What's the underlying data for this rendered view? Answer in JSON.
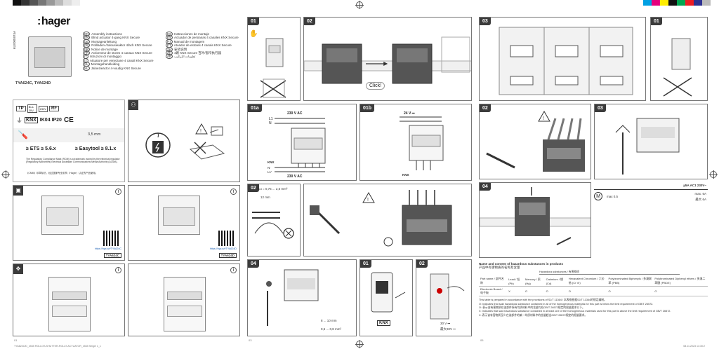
{
  "header": {
    "brand": "hager",
    "doc_code": "6LE005974A",
    "models": "TYA624C, TYA624D"
  },
  "languages": [
    {
      "code": "EN",
      "text": "Assembly instructions"
    },
    {
      "code": "EN",
      "text": "Blind actuator 4-gang KNX Secure"
    },
    {
      "code": "DE",
      "text": "Montageanleitung"
    },
    {
      "code": "DE",
      "text": "Rollladen-/Jalousieaktor 4fach KNX Secure"
    },
    {
      "code": "FR",
      "text": "Notice de montage"
    },
    {
      "code": "FR",
      "text": "Actionneur de stores 4 canaux KNX Secure"
    },
    {
      "code": "IT",
      "text": "Istruzioni di montaggio"
    },
    {
      "code": "IT",
      "text": "Attuatore per veneziane 4 canali KNX Secure"
    },
    {
      "code": "NL",
      "text": "Montagehandleiding"
    },
    {
      "code": "NL",
      "text": "Jaloezieactor 4-voudig KNX Secure"
    }
  ],
  "languages_right": [
    {
      "code": "ES",
      "text": "Instrucciones de montaje"
    },
    {
      "code": "ES",
      "text": "Actuador de persianas 4 canales KNX Secure"
    },
    {
      "code": "PT",
      "text": "Manual de montagem"
    },
    {
      "code": "PT",
      "text": "Atuador de estores 4 canais KNX Secure"
    },
    {
      "code": "ZH",
      "text": "安装说明"
    },
    {
      "code": "ZH",
      "text": "4路 KNX Secure 百叶/窗帘执行器"
    },
    {
      "code": "AR",
      "text": "تعليمات التركيب"
    }
  ],
  "specs": {
    "tp": "TP",
    "bus": "Bus 30V",
    "power": "230V",
    "rf": "RF",
    "ip": "IK04 IP20",
    "ce": "CE",
    "knx": "KNX",
    "knx_sub": "SECURE",
    "screw": "3,5 mm",
    "ets": "≥ ETS ≥ 5.6.x",
    "easytool": "≥ Easytool ≥ 8.1.x",
    "reg_text": "The Regulatory Compliance Mark (RCM) is a trademark owned by the electrical regulator (Regulatory Authorities) Electrical Australian Communications Media Authority (ACMA).",
    "zh_text": "《CMM》印章标识。经过国家专业机构（Hager）认证的产品使用。"
  },
  "device_labels": {
    "a_ref": "TYA624C",
    "b_ref": "TYA624D",
    "url_a": "https://hgr.io/r/TYA624C",
    "url_b": "https://hgr.io/r/TYA624D"
  },
  "steps": {
    "s01": "01",
    "s02": "02",
    "s03": "03",
    "s04": "04",
    "s01a": "01a",
    "s01b": "01b"
  },
  "wiring": {
    "ac_top": "230 V AC",
    "ac_bottom": "230 V AC",
    "dc": "24 V ⎓",
    "l1": "L1",
    "l1b": "L1'",
    "n": "N",
    "n2": "N'",
    "knx": "KNX"
  },
  "cable": {
    "cu": "Cu = 0,75 ... 2,5 mm²",
    "strip": "12 mm",
    "strip2": "8 ... 10 mm",
    "section": "0,5 ... 0,8 mm²"
  },
  "misc": {
    "click": "Click!",
    "volt30": "30 V ⎓",
    "volt30_zh": "最大30V ⎓",
    "knx_phone": "KNX",
    "max_torque": "max 0.5",
    "gl_text": "µ5A AC1 230V~",
    "max_text": "max. 6A",
    "max_zh": "最大 6A"
  },
  "hazard": {
    "title": "Name and content of hazardous substances in products",
    "title_zh": "产品中有害物质的名称及含量",
    "header_group": "Hazardous substances / 有害物质",
    "cols": [
      "Part name / 部件名称",
      "Lead / 铅 (Pb)",
      "Mercury / 汞 (Hg)",
      "Cadmium / 镉 (Cd)",
      "Hexavalent Chromium / 六价铬 (Cr VI)",
      "Polybrominated Biphenyls / 多溴联苯 (PBB)",
      "Polybrominated Diphenyl ethers / 多溴二苯醚 (PBDE)"
    ],
    "row": [
      "Electronic Board / 电子板",
      "X",
      "O",
      "O",
      "O",
      "O",
      "O"
    ],
    "note1": "This table is prepared in accordance with the provisions of SJ/T 11364 / 本表格依据SJ/T 11364的规定编制。",
    "note2": "O: Indicates that said hazardous substance contained in all of the homogeneous materials for this part is below the limit requirement of GB/T 26572.",
    "note3": "O: 表示该有害物质在该部件所有均质材料中的含量均在GB/T 26572规定的限量要求以下。",
    "note4": "X: Indicates that said hazardous substance contained in at least one of the homogeneous materials used for this part is above the limit requirement of GB/T 26572.",
    "note5": "X: 表示该有害物质至少在该部件的某一均质材料中的含量超出GB/T 26572规定的限量要求。"
  },
  "footer": {
    "left": "TYA624C/D_4545 ROLLOS-SHUTTER-ROLLS ACTUATOR_4545 Seigel 1_1",
    "date": "08.11.2023 14:30:2",
    "p1": "01",
    "p2": "03",
    "p3": "05"
  }
}
